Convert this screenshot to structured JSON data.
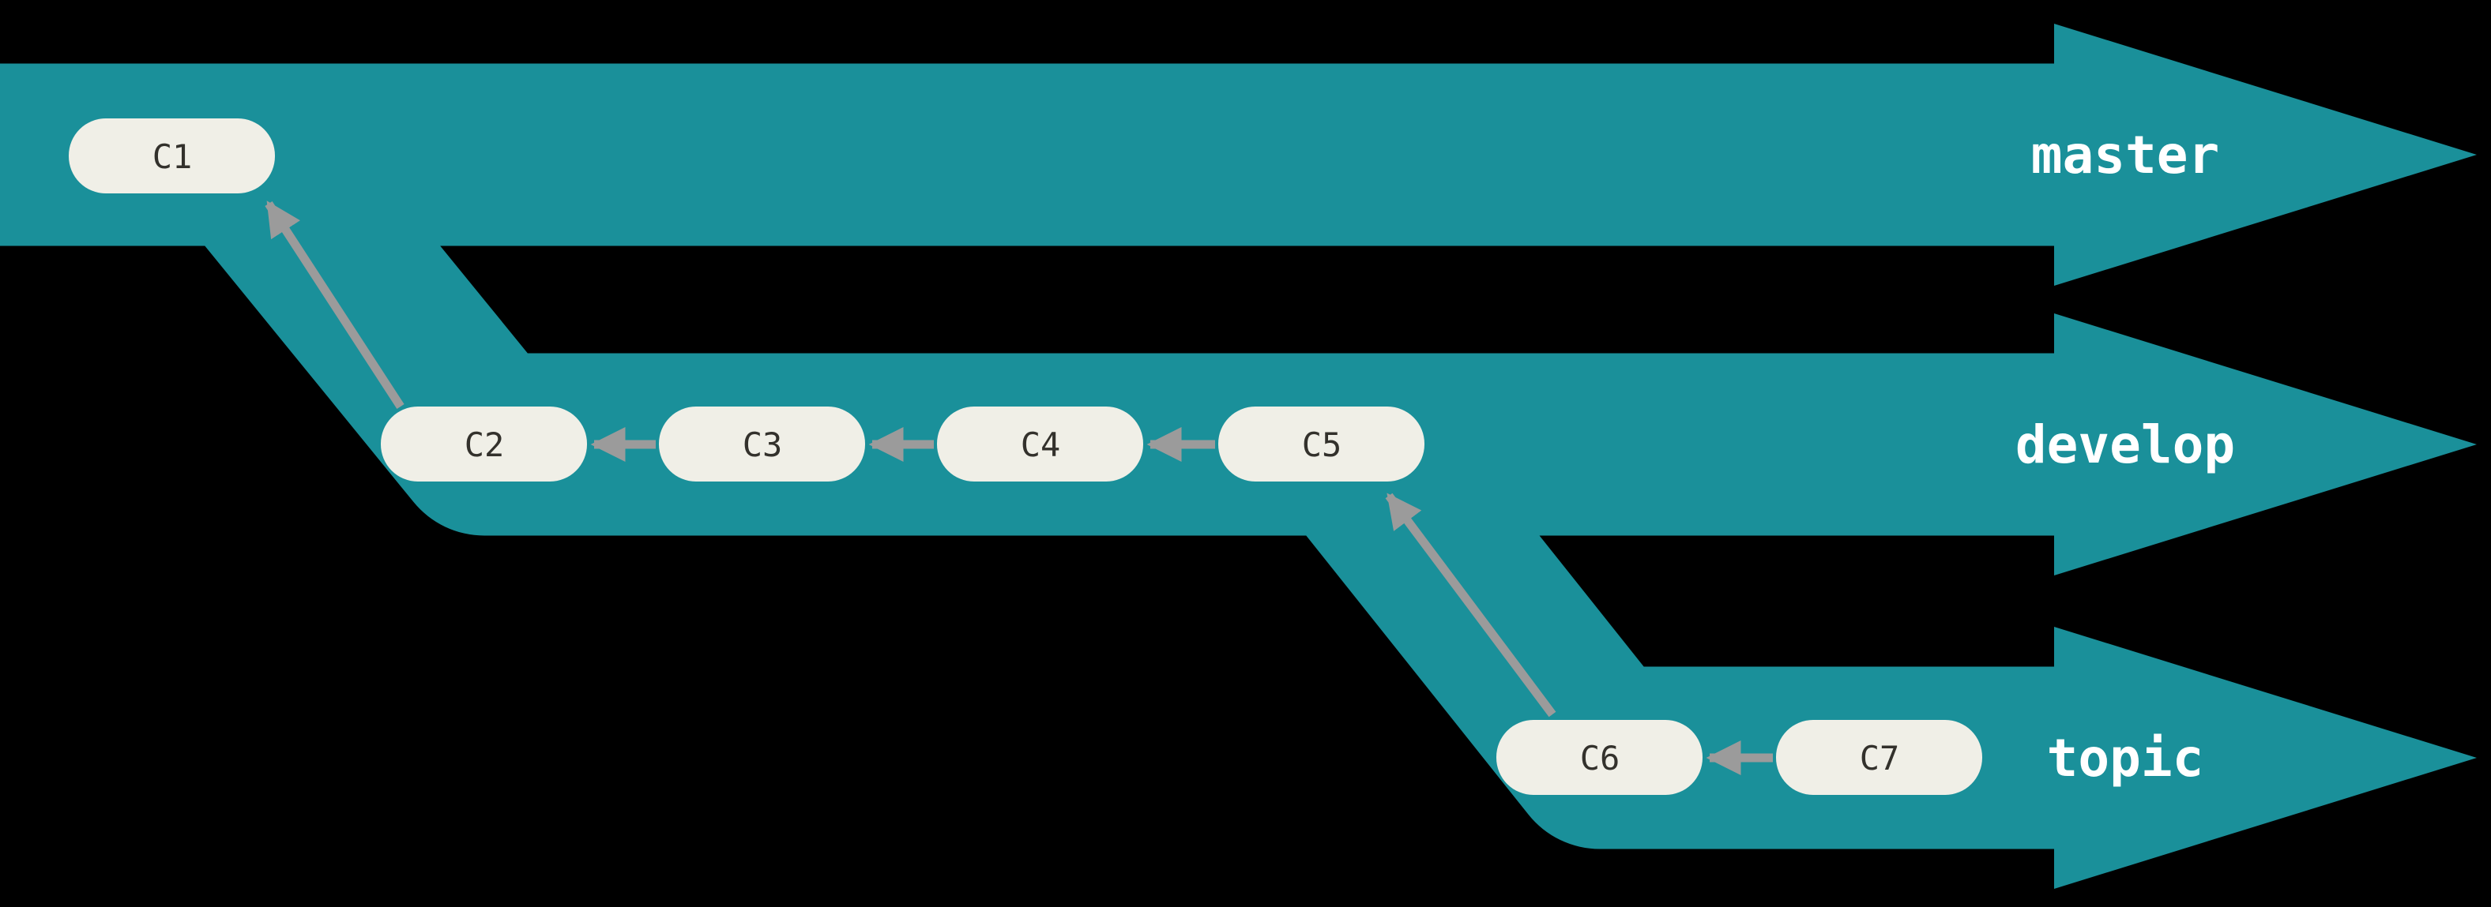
{
  "diagram": {
    "type": "git-branch-diagram",
    "background": "#000000"
  },
  "colors": {
    "branch_fill": "#1a909a",
    "commit_fill": "#f0efe7",
    "commit_text": "#33312c",
    "arrow": "#9b9b9b",
    "label_text": "#ffffff"
  },
  "branches": [
    {
      "label": "master"
    },
    {
      "label": "develop"
    },
    {
      "label": "topic"
    }
  ],
  "commits": [
    {
      "id": "C1"
    },
    {
      "id": "C2"
    },
    {
      "id": "C3"
    },
    {
      "id": "C4"
    },
    {
      "id": "C5"
    },
    {
      "id": "C6"
    },
    {
      "id": "C7"
    }
  ],
  "edges": [
    {
      "from": "C2",
      "to": "C1"
    },
    {
      "from": "C3",
      "to": "C2"
    },
    {
      "from": "C4",
      "to": "C3"
    },
    {
      "from": "C5",
      "to": "C4"
    },
    {
      "from": "C6",
      "to": "C5"
    },
    {
      "from": "C7",
      "to": "C6"
    }
  ]
}
